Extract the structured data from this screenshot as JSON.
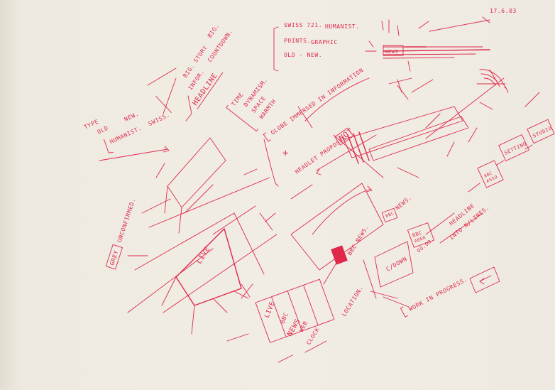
{
  "ink_color": "#e0284a",
  "paper_color": "#f1ede4",
  "sketch": {
    "date": "17.6.03",
    "swiss": "SWISS 721.",
    "humanist": "HUMANIST.",
    "points": "POINTS.",
    "graphic": "GRAPHIC",
    "old_new": "OLD - NEW.",
    "news_tag": "NEWS",
    "big": "BIG.",
    "story": "STORY",
    "big2": "BIG.",
    "infor": "INFOR.",
    "countdown": "COUNTDOWN.",
    "headline": "HEADLINE",
    "time": "TIME",
    "dynamism": "DYNAMISM.",
    "space": "SPACE",
    "warmth": "WARMTH",
    "globe": "GLOBE IMMERSED IN INFORMATION",
    "not": "NOT",
    "headlet": "HEADLET PROPOSAL",
    "type": "TYPE",
    "old": "OLD",
    "new": "NEW.",
    "humanist2": "HUMANIST.",
    "swiss2": "SWISS.",
    "grey": "GREY",
    "unconfirmed": "UNCONFIRMED.",
    "live_big": "LIVE",
    "bbc_news": "BBC NEWS.",
    "bbc": "BBC",
    "news_big": "NEWS.",
    "live": "LIVE",
    "bbc2": "BBC",
    "news2": "NEWS",
    "web": "WEB",
    "clock": "CLOCK",
    "location": "LOCATION.",
    "cdown": "C/DOWN",
    "bbc_ab": "BBC",
    "aberdeen": "ABER",
    "headline2": "HEADLINE",
    "into": "INTO N/LINES.",
    "ooo": "OO.OO.",
    "wip": "WORK IN PROGRESS.",
    "abc": "ABC",
    "asso": "ASSO",
    "setting": "SETTING",
    "studio": "STUDIO"
  }
}
